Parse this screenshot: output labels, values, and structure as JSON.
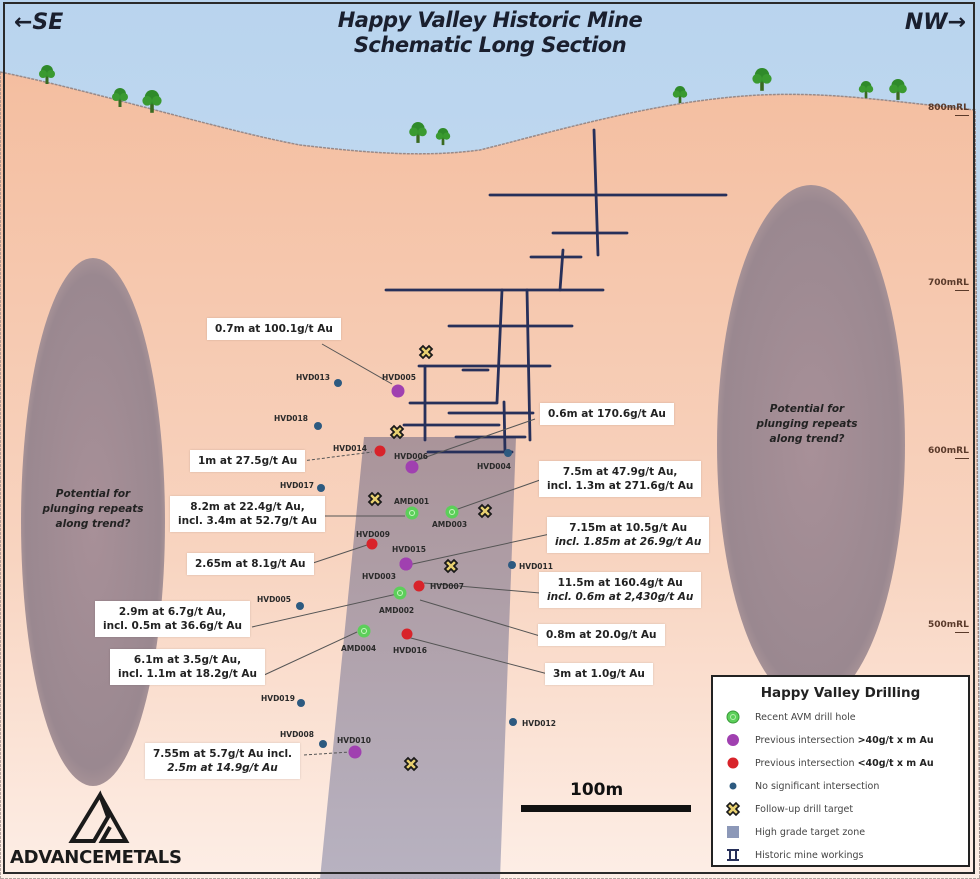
{
  "header": {
    "title_line1": "Happy Valley Historic Mine",
    "title_line2": "Schematic Long Section",
    "left_direction": "←SE",
    "right_direction": "NW→"
  },
  "rl_levels": [
    {
      "label": "800mRL",
      "value": 800
    },
    {
      "label": "700mRL",
      "value": 700
    },
    {
      "label": "600mRL",
      "value": 600
    },
    {
      "label": "500mRL",
      "value": 500
    }
  ],
  "potential_zones": {
    "left": "Potential for plunging repeats along trend?",
    "right": "Potential for plunging repeats along trend?"
  },
  "drill_holes": [
    {
      "id": "HVD013",
      "type": "none"
    },
    {
      "id": "HVD005",
      "type": "high"
    },
    {
      "id": "HVD018",
      "type": "none"
    },
    {
      "id": "HVD014",
      "type": "low"
    },
    {
      "id": "HVD006",
      "type": "high"
    },
    {
      "id": "HVD004",
      "type": "none"
    },
    {
      "id": "HVD017",
      "type": "none"
    },
    {
      "id": "AMD001",
      "type": "recent"
    },
    {
      "id": "AMD003",
      "type": "recent"
    },
    {
      "id": "HVD009",
      "type": "low"
    },
    {
      "id": "HVD015",
      "type": "high"
    },
    {
      "id": "HVD003",
      "type": "high"
    },
    {
      "id": "HVD011",
      "type": "none"
    },
    {
      "id": "HVD007",
      "type": "low"
    },
    {
      "id": "AMD002",
      "type": "recent"
    },
    {
      "id": "HVD005",
      "type": "none"
    },
    {
      "id": "AMD004",
      "type": "recent"
    },
    {
      "id": "HVD016",
      "type": "low"
    },
    {
      "id": "HVD019",
      "type": "none"
    },
    {
      "id": "HVD008",
      "type": "none"
    },
    {
      "id": "HVD010",
      "type": "high"
    },
    {
      "id": "HVD012",
      "type": "none"
    }
  ],
  "callouts": [
    {
      "line1": "0.7m at 100.1g/t Au"
    },
    {
      "line1": "0.6m at 170.6g/t Au"
    },
    {
      "line1": "1m at 27.5g/t Au"
    },
    {
      "line1": "7.5m at 47.9g/t Au,",
      "line2": "incl. 1.3m at 271.6g/t Au"
    },
    {
      "line1": "8.2m at 22.4g/t Au,",
      "line2": "incl. 3.4m at 52.7g/t Au"
    },
    {
      "line1": "7.15m at 10.5g/t Au",
      "line2": "incl. 1.85m at 26.9g/t Au"
    },
    {
      "line1": "2.65m at 8.1g/t Au"
    },
    {
      "line1": "11.5m at 160.4g/t Au",
      "line2": "incl. 0.6m at 2,430g/t Au"
    },
    {
      "line1": "2.9m at 6.7g/t Au,",
      "line2": "incl. 0.5m at 36.6g/t Au"
    },
    {
      "line1": "0.8m at 20.0g/t Au"
    },
    {
      "line1": "6.1m at 3.5g/t Au,",
      "line2": "incl. 1.1m at 18.2g/t Au"
    },
    {
      "line1": "3m at 1.0g/t Au"
    },
    {
      "line1": "7.55m at 5.7g/t Au incl.",
      "line2": "2.5m at 14.9g/t Au"
    }
  ],
  "legend": {
    "title": "Happy Valley Drilling",
    "items": [
      {
        "icon": "green-circle-icon",
        "label": "Recent AVM drill hole",
        "bold": ""
      },
      {
        "icon": "purple-circle-icon",
        "label": "Previous intersection ",
        "bold": ">40g/t x m Au"
      },
      {
        "icon": "red-circle-icon",
        "label": "Previous intersection ",
        "bold": "<40g/t x m Au"
      },
      {
        "icon": "blue-dot-icon",
        "label": "No significant intersection",
        "bold": ""
      },
      {
        "icon": "cross-target-icon",
        "label": "Follow-up drill target",
        "bold": ""
      },
      {
        "icon": "square-zone-icon",
        "label": "High grade target zone",
        "bold": ""
      },
      {
        "icon": "mine-workings-icon",
        "label": "Historic mine workings",
        "bold": ""
      }
    ]
  },
  "scale": {
    "label": "100m"
  },
  "logo": {
    "text": "ADVANCEMETALS"
  },
  "colors": {
    "sky": "#c5dcf0",
    "ground": "#f5c4a4",
    "zone": "#9e8e96",
    "workings": "#27305a",
    "recent": "#5ccf5a",
    "high": "#a040b0",
    "low": "#d8232a",
    "none": "#2d5a80",
    "target": "#e8d070"
  }
}
